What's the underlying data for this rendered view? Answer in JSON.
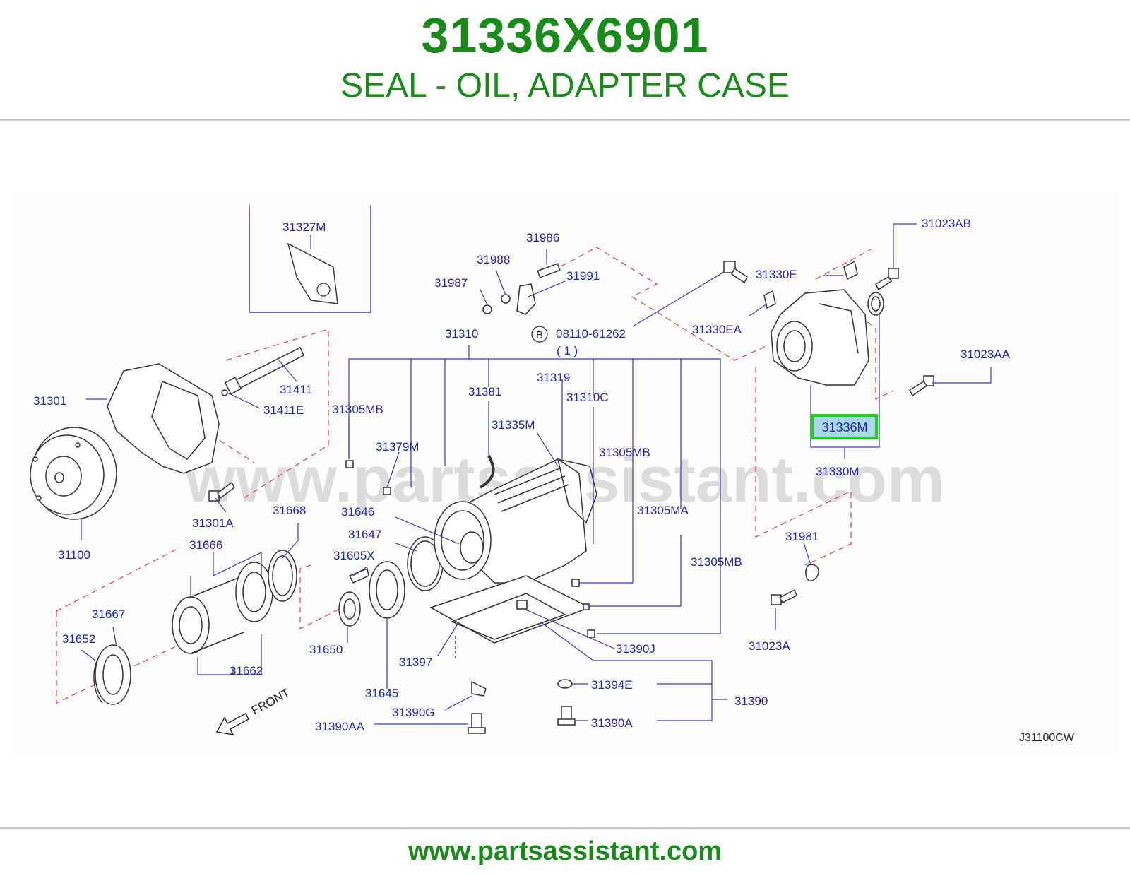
{
  "header": {
    "part_number": "31336X6901",
    "description": "SEAL - OIL, ADAPTER CASE"
  },
  "diagram": {
    "watermark": "www.partsassistant.com",
    "diagram_code": "J31100CW",
    "front_label": "FRONT",
    "highlighted_label": "31336M",
    "b_symbol": "B",
    "b_quantity": "( 1 )",
    "labels": {
      "l31327M": "31327M",
      "l31986": "31986",
      "l31988": "31988",
      "l31991": "31991",
      "l31987": "31987",
      "l31023AB": "31023AB",
      "l31330E": "31330E",
      "l31330EA": "31330EA",
      "l08110": "08110-61262",
      "l31310": "31310",
      "l31319": "31319",
      "l31310C": "31310C",
      "l31381": "31381",
      "l31335M": "31335M",
      "l31305MB_a": "31305MB",
      "l31305MB_b": "31305MB",
      "l31305MB_c": "31305MB",
      "l31305MA": "31305MA",
      "l31379M": "31379M",
      "l31023AA": "31023AA",
      "l31330M": "31330M",
      "l31301": "31301",
      "l31411": "31411",
      "l31411E": "31411E",
      "l31301A": "31301A",
      "l31100": "31100",
      "l31668": "31668",
      "l31666": "31666",
      "l31646": "31646",
      "l31647": "31647",
      "l31605X": "31605X",
      "l31981": "31981",
      "l31667": "31667",
      "l31652": "31652",
      "l31650": "31650",
      "l31662": "31662",
      "l31397": "31397",
      "l31390J": "31390J",
      "l31023A": "31023A",
      "l31645": "31645",
      "l31394E": "31394E",
      "l31390": "31390",
      "l31390G": "31390G",
      "l31390AA": "31390AA",
      "l31390A": "31390A"
    }
  },
  "footer": {
    "url": "www.partsassistant.com"
  },
  "colors": {
    "title_green": "#1a8a1a",
    "label_blue": "#2323b4",
    "leader_blue": "#3a3ac0",
    "dashed_red": "#e04040",
    "highlight_green": "#22cc22",
    "highlight_fill": "#a9d8e6",
    "watermark_gray": "#dcdcdc",
    "rule_gray": "#c8c8c8"
  }
}
